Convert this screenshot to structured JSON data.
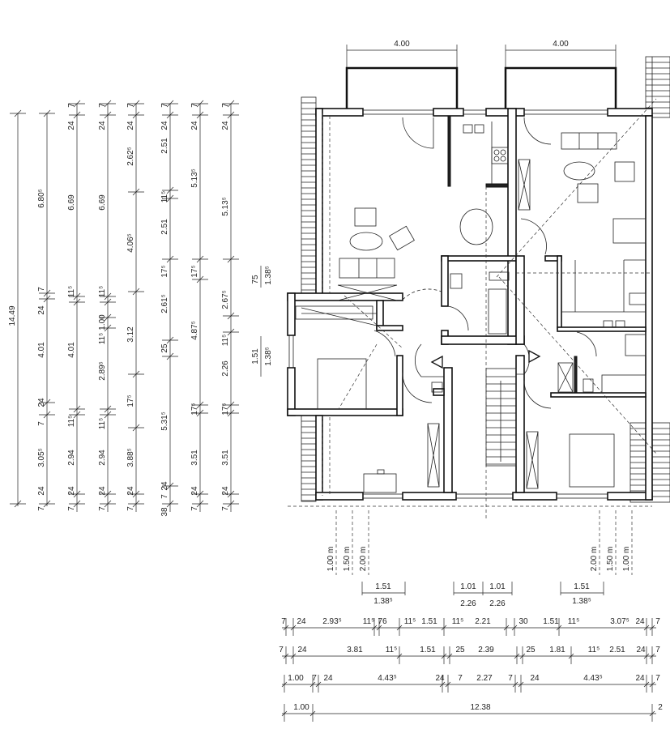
{
  "top_dimensions": {
    "left_balcony": "4.00",
    "right_balcony": "4.00"
  },
  "left_dimensions": {
    "columns": [
      [
        "14.49"
      ],
      [
        "6.80⁵",
        "7",
        "24",
        "4.01",
        "24",
        "7",
        "3.05⁵",
        "24",
        "7"
      ],
      [
        "7",
        "24",
        "6.69",
        "11⁵",
        "4.01",
        "11⁵",
        "2.94",
        "24",
        "7"
      ],
      [
        "7",
        "24",
        "6.69",
        "11⁵",
        "1.00",
        "11⁵",
        "2.89⁵",
        "11⁵",
        "2.94",
        "24",
        "7"
      ],
      [
        "7",
        "24",
        "2.62⁵",
        "4.06⁵",
        "3.12",
        "17⁵",
        "3.88⁵",
        "24",
        "7"
      ],
      [
        "7",
        "24",
        "2.51",
        "11⁵",
        "2.51",
        "17⁵",
        "2.61⁵",
        "25",
        "5.31⁵",
        "24",
        "7",
        "38"
      ],
      [
        "7",
        "24",
        "5.13⁵",
        "17⁵",
        "4.87⁵",
        "17⁵",
        "3.51",
        "24",
        "7"
      ],
      [
        "7",
        "24",
        "5.13⁵",
        "2.67⁵",
        "11⁵",
        "2.26",
        "17⁵",
        "3.51",
        "24",
        "7"
      ]
    ]
  },
  "side_dimensions": {
    "upper_a": "75",
    "upper_b": "1.38⁵",
    "lower_a": "1.51",
    "lower_b": "1.38⁵"
  },
  "eave_distances": {
    "left": [
      "1.00 m",
      "1.50 m",
      "2.00 m"
    ],
    "right": [
      "2.00 m",
      "1.50 m",
      "1.00 m"
    ]
  },
  "opening_dimensions": {
    "left_window": {
      "width": "1.51",
      "height": "1.38⁵"
    },
    "center_doors": {
      "widths": [
        "1.01",
        "1.01"
      ],
      "heights": [
        "2.26",
        "2.26"
      ]
    },
    "right_window": {
      "width": "1.51",
      "height": "1.38⁵"
    }
  },
  "bottom_dimensions": {
    "rows": [
      [
        "7",
        "24",
        "2.93⁵",
        "11⁵",
        "76",
        "11⁵",
        "1.51",
        "11⁵",
        "2.21",
        "30",
        "1.51",
        "11⁵",
        "3.07⁵",
        "24",
        "7"
      ],
      [
        "7",
        "24",
        "3.81",
        "11⁵",
        "1.51",
        "25",
        "2.39",
        "25",
        "1.81",
        "11⁵",
        "2.51",
        "24",
        "7"
      ],
      [
        "1.00",
        "7",
        "24",
        "4.43⁵",
        "24",
        "7",
        "2.27",
        "7",
        "24",
        "4.43⁵",
        "24",
        "7"
      ],
      [
        "1.00",
        "12.38",
        "2"
      ]
    ]
  }
}
